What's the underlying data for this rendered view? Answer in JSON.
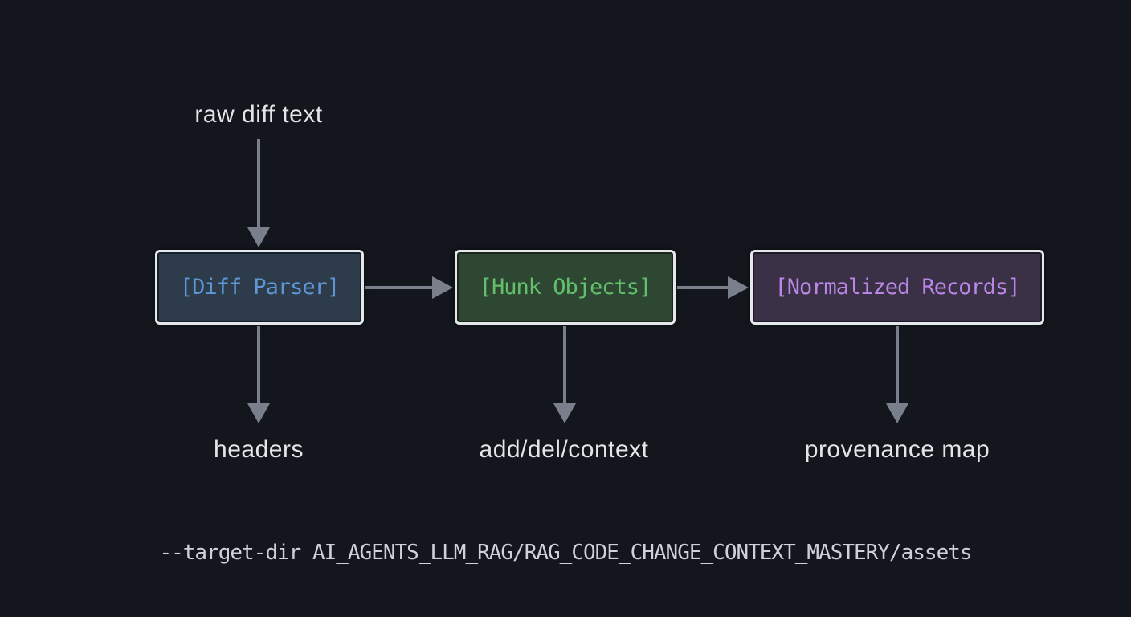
{
  "diagram": {
    "title_label": "raw diff text",
    "nodes": [
      {
        "label": "[Diff Parser]",
        "output_label": "headers",
        "text_color": "#5d97d6",
        "bg_color": "#2d3b4b"
      },
      {
        "label": "[Hunk Objects]",
        "output_label": "add/del/context",
        "text_color": "#63bf6b",
        "bg_color": "#2e4733"
      },
      {
        "label": "[Normalized Records]",
        "output_label": "provenance map",
        "text_color": "#bb87e6",
        "bg_color": "#3a3147"
      }
    ],
    "command": "--target-dir AI_AGENTS_LLM_RAG/RAG_CODE_CHANGE_CONTEXT_MASTERY/assets",
    "colors": {
      "background": "#13161c",
      "arrow": "#79808b",
      "box_border": "#e4e7eb",
      "label_text": "#e3e5e9",
      "command_text": "#ced2d8"
    }
  }
}
